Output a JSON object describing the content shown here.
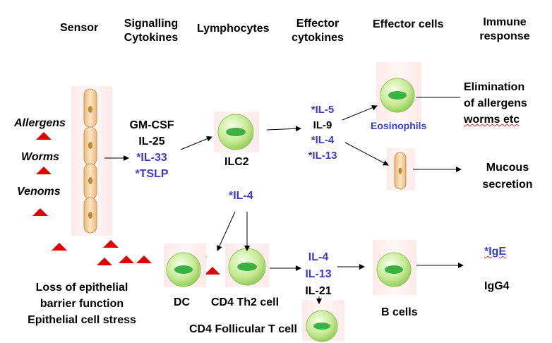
{
  "headers": {
    "sensor": "Sensor",
    "signalling": [
      "Signalling",
      "Cytokines"
    ],
    "lymphocytes": "Lymphocytes",
    "effector_cytokines": [
      "Effector",
      "cytokines"
    ],
    "effector_cells": "Effector cells",
    "immune_response": [
      "Immune",
      "response"
    ]
  },
  "sensors": [
    "Allergens",
    "Worms",
    "Venoms"
  ],
  "signalling_cytokines": [
    {
      "label": "GM-CSF",
      "color": "#000000"
    },
    {
      "label": "IL-25",
      "color": "#000000"
    },
    {
      "label": "*IL-33",
      "color": "#3b3bc4"
    },
    {
      "label": "*TSLP",
      "color": "#3b3bc4"
    }
  ],
  "lymphocytes": {
    "ilc2": "ILC2",
    "il4": "*IL-4",
    "dc": "DC",
    "th2": "CD4 Th2 cell",
    "tfh": "CD4 Follicular T cell"
  },
  "effector_cytokines_top": [
    {
      "label": "*IL-5",
      "color": "#3b3bc4"
    },
    {
      "label": "IL-9",
      "color": "#000000"
    },
    {
      "label": "*IL-4",
      "color": "#3b3bc4"
    },
    {
      "label": "*IL-13",
      "color": "#3b3bc4"
    }
  ],
  "effector_cytokines_bottom": [
    {
      "label": "IL-4",
      "color": "#3b3bc4"
    },
    {
      "label": "IL-13",
      "color": "#3b3bc4"
    },
    {
      "label": "IL-21",
      "color": "#000000"
    }
  ],
  "effector_cells": {
    "eosinophils": "Eosinophils",
    "bcells": "B cells"
  },
  "responses": {
    "elimination": [
      "Elimination",
      "of allergens",
      "worms etc"
    ],
    "mucous": [
      "Mucous",
      "secretion"
    ],
    "ige": "*IgE",
    "igg4": "IgG4"
  },
  "barrier": [
    "Loss of epithelial",
    "barrier function",
    "Epithelial cell stress"
  ],
  "colors": {
    "triangle": "#e00000",
    "cell_outer": "#b6e07a",
    "cell_nucleus": "#3cb043",
    "epithelium": "#f6d7a7",
    "accent_blue": "#3b3bc4"
  }
}
